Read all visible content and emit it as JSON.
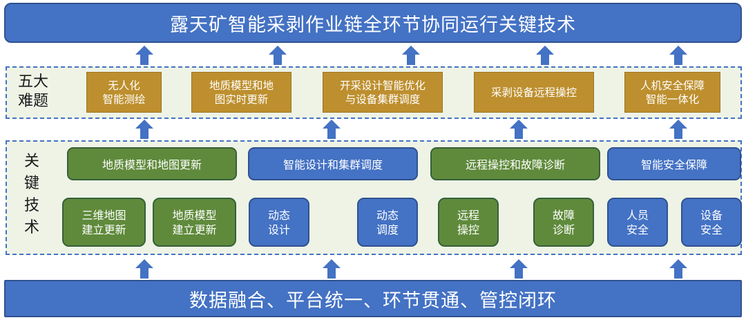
{
  "title": "露天矿智能采剥作业链全环节协同运行关键技术",
  "footer": "数据融合、平台统一、环节贯通、管控闭环",
  "challenges": {
    "label_line1": "五大",
    "label_line2": "难题",
    "items": [
      {
        "line1": "无人化",
        "line2": "智能测绘"
      },
      {
        "line1": "地质模型和地",
        "line2": "图实时更新"
      },
      {
        "line1": "开采设计智能优化",
        "line2": "与设备集群调度"
      },
      {
        "line1": "采剥设备远程操控",
        "line2": ""
      },
      {
        "line1": "人机安全保障",
        "line2": "智能一体化"
      }
    ]
  },
  "key_tech": {
    "label": [
      "关",
      "键",
      "技",
      "术"
    ],
    "groups": [
      "地质模型和地图更新",
      "智能设计和集群调度",
      "远程操控和故障诊断",
      "智能安全保障"
    ],
    "subs": [
      {
        "line1": "三维地图",
        "line2": "建立更新"
      },
      {
        "line1": "地质模型",
        "line2": "建立更新"
      },
      {
        "line1": "动态",
        "line2": "设计"
      },
      {
        "line1": "动态",
        "line2": "调度"
      },
      {
        "line1": "远程",
        "line2": "操控"
      },
      {
        "line1": "故障",
        "line2": "诊断"
      },
      {
        "line1": "人员",
        "line2": "安全"
      },
      {
        "line1": "设备",
        "line2": "安全"
      }
    ]
  },
  "colors": {
    "blue": "#4472c4",
    "green": "#5f8a3b",
    "gold": "#bd8f2e",
    "band_fill": "#eef3e6"
  }
}
